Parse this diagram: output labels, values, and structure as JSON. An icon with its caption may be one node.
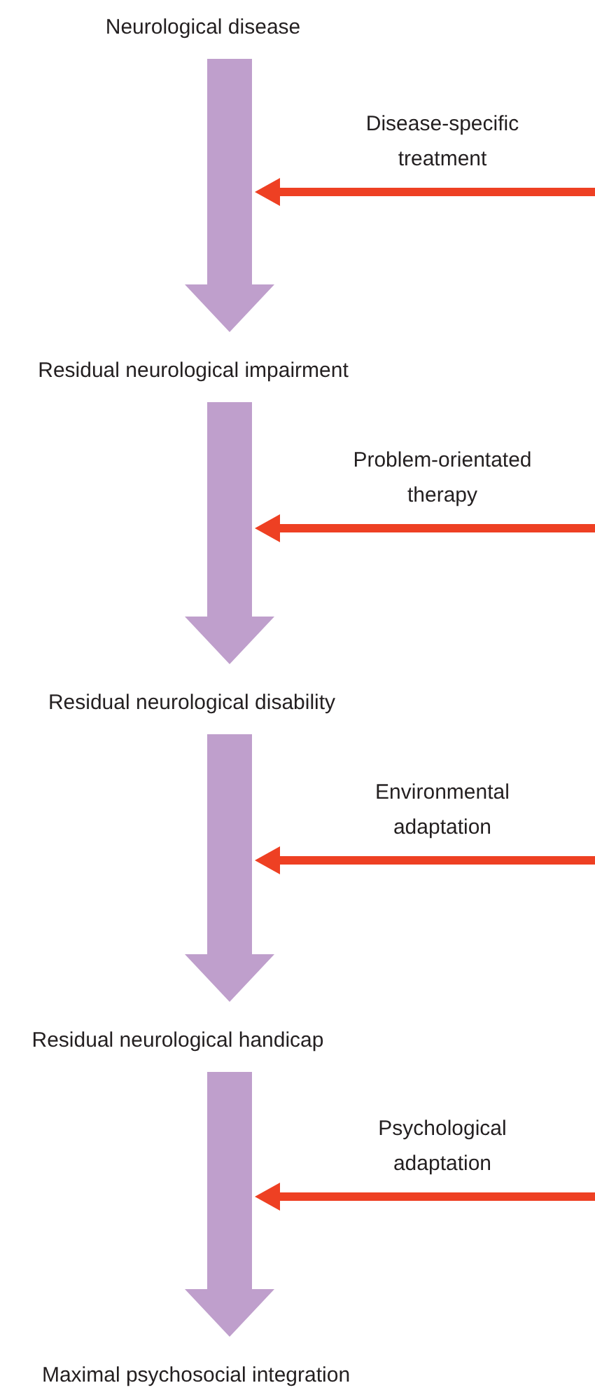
{
  "diagram": {
    "nodes": [
      {
        "text": [
          "Neurological disease"
        ]
      },
      {
        "text": [
          "Residual neurological impairment"
        ]
      },
      {
        "text": [
          "Residual neurological disability"
        ]
      },
      {
        "text": [
          "Residual neurological handicap"
        ]
      },
      {
        "text": [
          "Maximal psychosocial integration"
        ]
      },
      {
        "text": [
          "Disease-specific treatment"
        ]
      },
      {
        "text": [
          "Problem-orientated therapy"
        ]
      },
      {
        "text": [
          "Environmental adaptation"
        ]
      },
      {
        "text": [
          "Psychological adaptation"
        ]
      }
    ],
    "edges": [
      {
        "from": 0,
        "to": 1,
        "arrow": "to",
        "style": "thick",
        "color": "#bf9fcc"
      },
      {
        "from": 1,
        "to": 2,
        "arrow": "to",
        "style": "thick",
        "color": "#bf9fcc"
      },
      {
        "from": 2,
        "to": 3,
        "arrow": "to",
        "style": "thick",
        "color": "#bf9fcc"
      },
      {
        "from": 3,
        "to": 4,
        "arrow": "to",
        "style": "thick",
        "color": "#bf9fcc"
      },
      {
        "from": 5,
        "to": null,
        "arrow": "to",
        "color": "#ee4023"
      },
      {
        "from": 6,
        "to": null,
        "arrow": "to",
        "color": "#ee4023"
      },
      {
        "from": 7,
        "to": null,
        "arrow": "to",
        "color": "#ee4023"
      },
      {
        "from": 8,
        "to": null,
        "arrow": "to",
        "color": "#ee4023"
      }
    ]
  }
}
